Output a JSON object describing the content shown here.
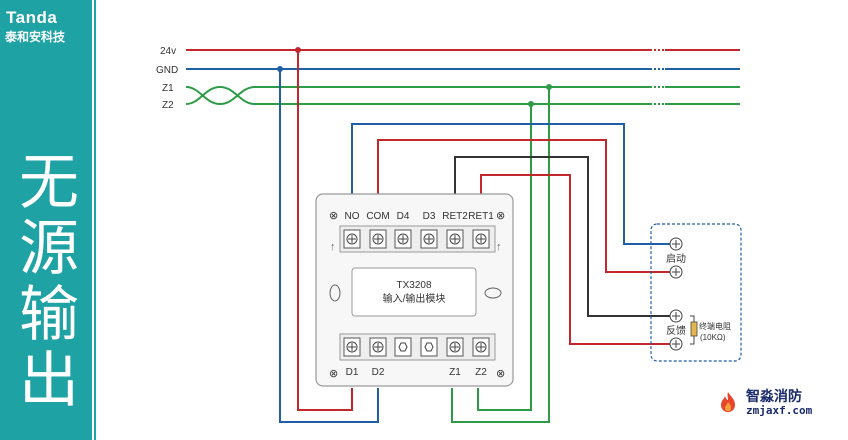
{
  "brand": {
    "name": "Tanda",
    "company": "泰和安科技"
  },
  "sidebar": {
    "title": "无源输出"
  },
  "bus": {
    "labels": {
      "v24": "24v",
      "gnd": "GND",
      "z1": "Z1",
      "z2": "Z2"
    },
    "colors": {
      "v24": "#c1272d",
      "gnd": "#1f5fa6",
      "z": "#2e9b47"
    }
  },
  "module": {
    "model": "TX3208",
    "name": "输入/输出模块",
    "top_terminals": [
      "NO",
      "COM",
      "D4",
      "D3",
      "RET2",
      "RET1"
    ],
    "bottom_terminals": [
      "D1",
      "D2",
      "Z1",
      "Z2"
    ]
  },
  "device": {
    "start_label": "启动",
    "feedback_label": "反馈",
    "resistor_label": "终端电阻",
    "resistor_value": "(10KΩ)"
  },
  "wire_colors": {
    "blue": "#1f5fa6",
    "red": "#c1272d",
    "black": "#333333",
    "green": "#2e9b47"
  },
  "watermark": {
    "name": "智淼消防",
    "url": "zmjaxf.com"
  }
}
